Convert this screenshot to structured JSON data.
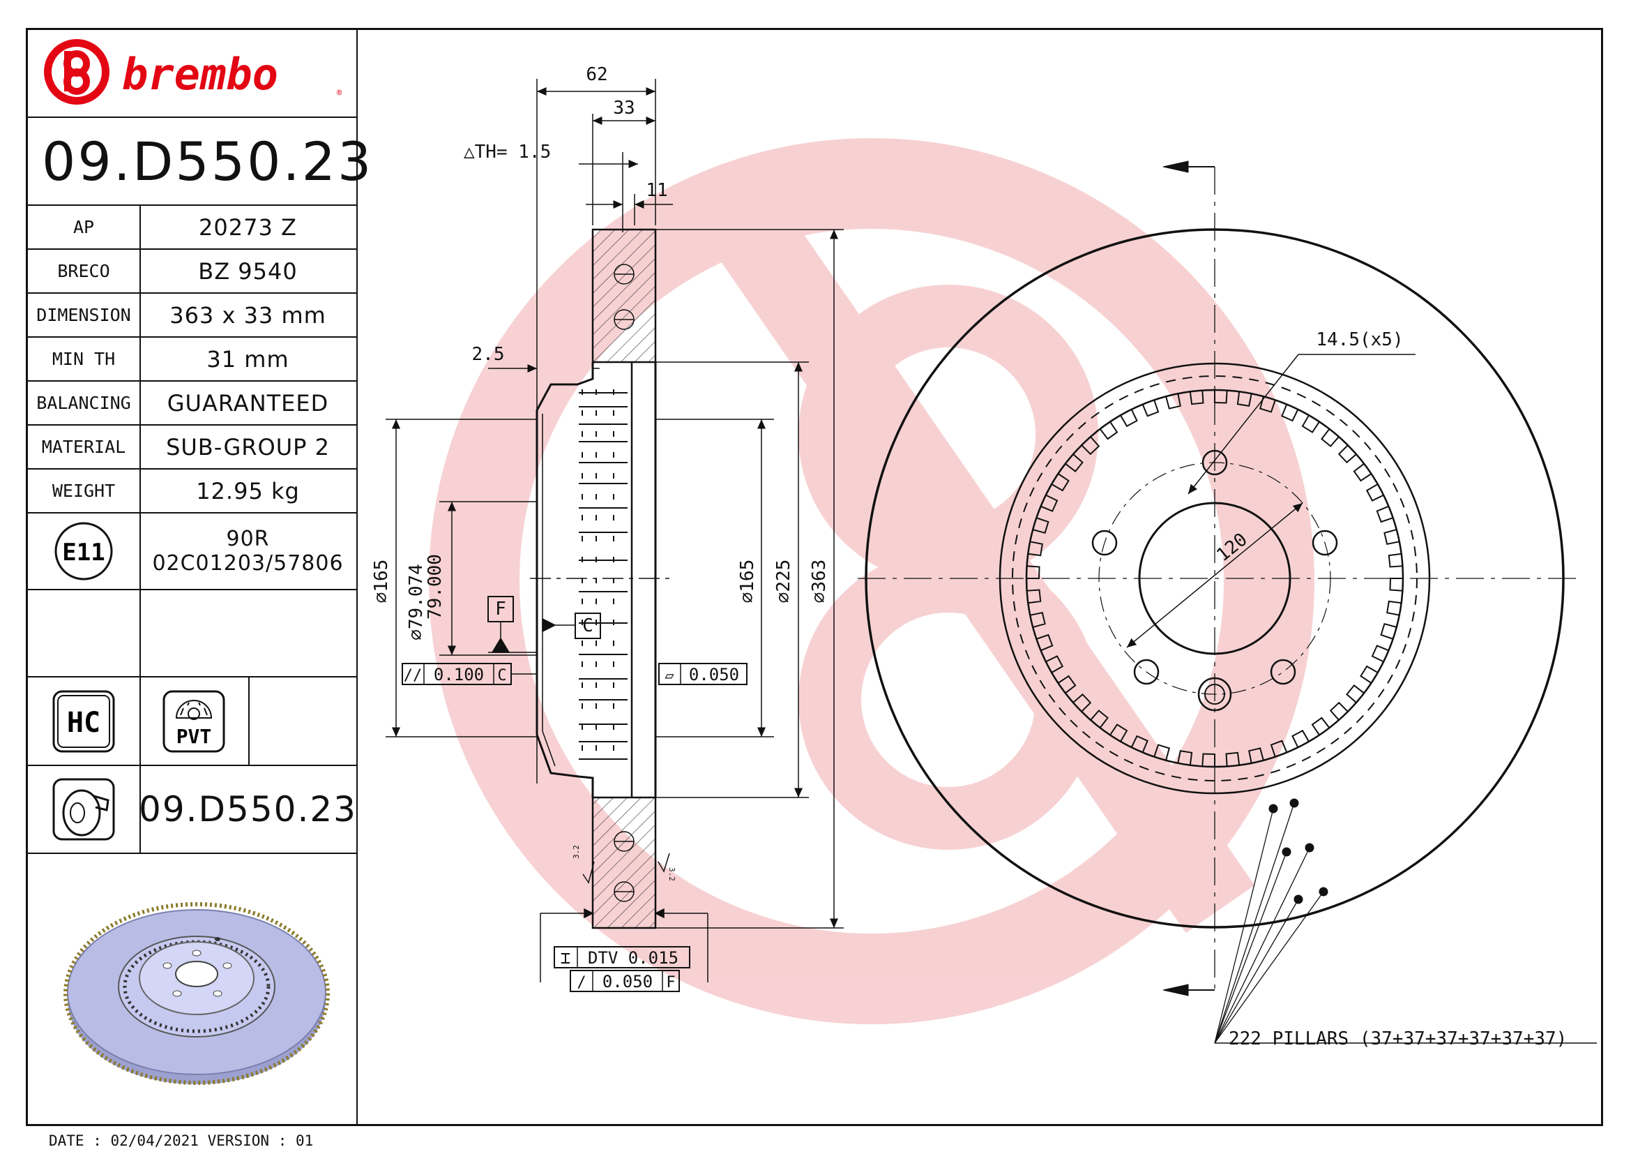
{
  "brand": "brembo",
  "part_number": "09.D550.23",
  "specs": [
    {
      "label": "AP",
      "value": "20273 Z"
    },
    {
      "label": "BRECO",
      "value": "BZ 9540"
    },
    {
      "label": "DIMENSION",
      "value": "363 x 33 mm"
    },
    {
      "label": "MIN TH",
      "value": "31  mm"
    },
    {
      "label": "BALANCING",
      "value": "GUARANTEED"
    },
    {
      "label": "MATERIAL",
      "value": "SUB-GROUP 2"
    },
    {
      "label": "WEIGHT",
      "value": "12.95  kg"
    }
  ],
  "approval": {
    "mark": "E11",
    "line1": "90R",
    "line2": "02C01203/57806"
  },
  "badges": {
    "hc": "HC",
    "pvt": "PVT"
  },
  "footer_part_number": "09.D550.23",
  "date_line": "DATE : 02/04/2021 VERSION : 01",
  "dimensions": {
    "overall_width": "62",
    "thickness": "33",
    "delta_th": "△TH= 1.5",
    "vane": "11",
    "offset": "2.5",
    "dia_165_left": "⌀165",
    "dia_79": "⌀79.074",
    "dia_79_min": "79.000",
    "dia_165_right": "⌀165",
    "dia_225": "⌀225",
    "dia_363": "⌀363",
    "bolt_hole": "14.5(x5)",
    "pcd": "120",
    "datum_f": "F",
    "datum_c": "C",
    "parallelism": "0.100",
    "parallelism_ref": "C",
    "flatness": "0.050",
    "dtv": "DTV 0.015",
    "runout": "0.050",
    "runout_ref": "F",
    "roughness": "3.2",
    "pillars": "222 PILLARS (37+37+37+37+37+37)"
  },
  "colors": {
    "brand_red": "#e30613",
    "watermark": "#f6c9cb",
    "render_blue": "#b9bde6"
  }
}
